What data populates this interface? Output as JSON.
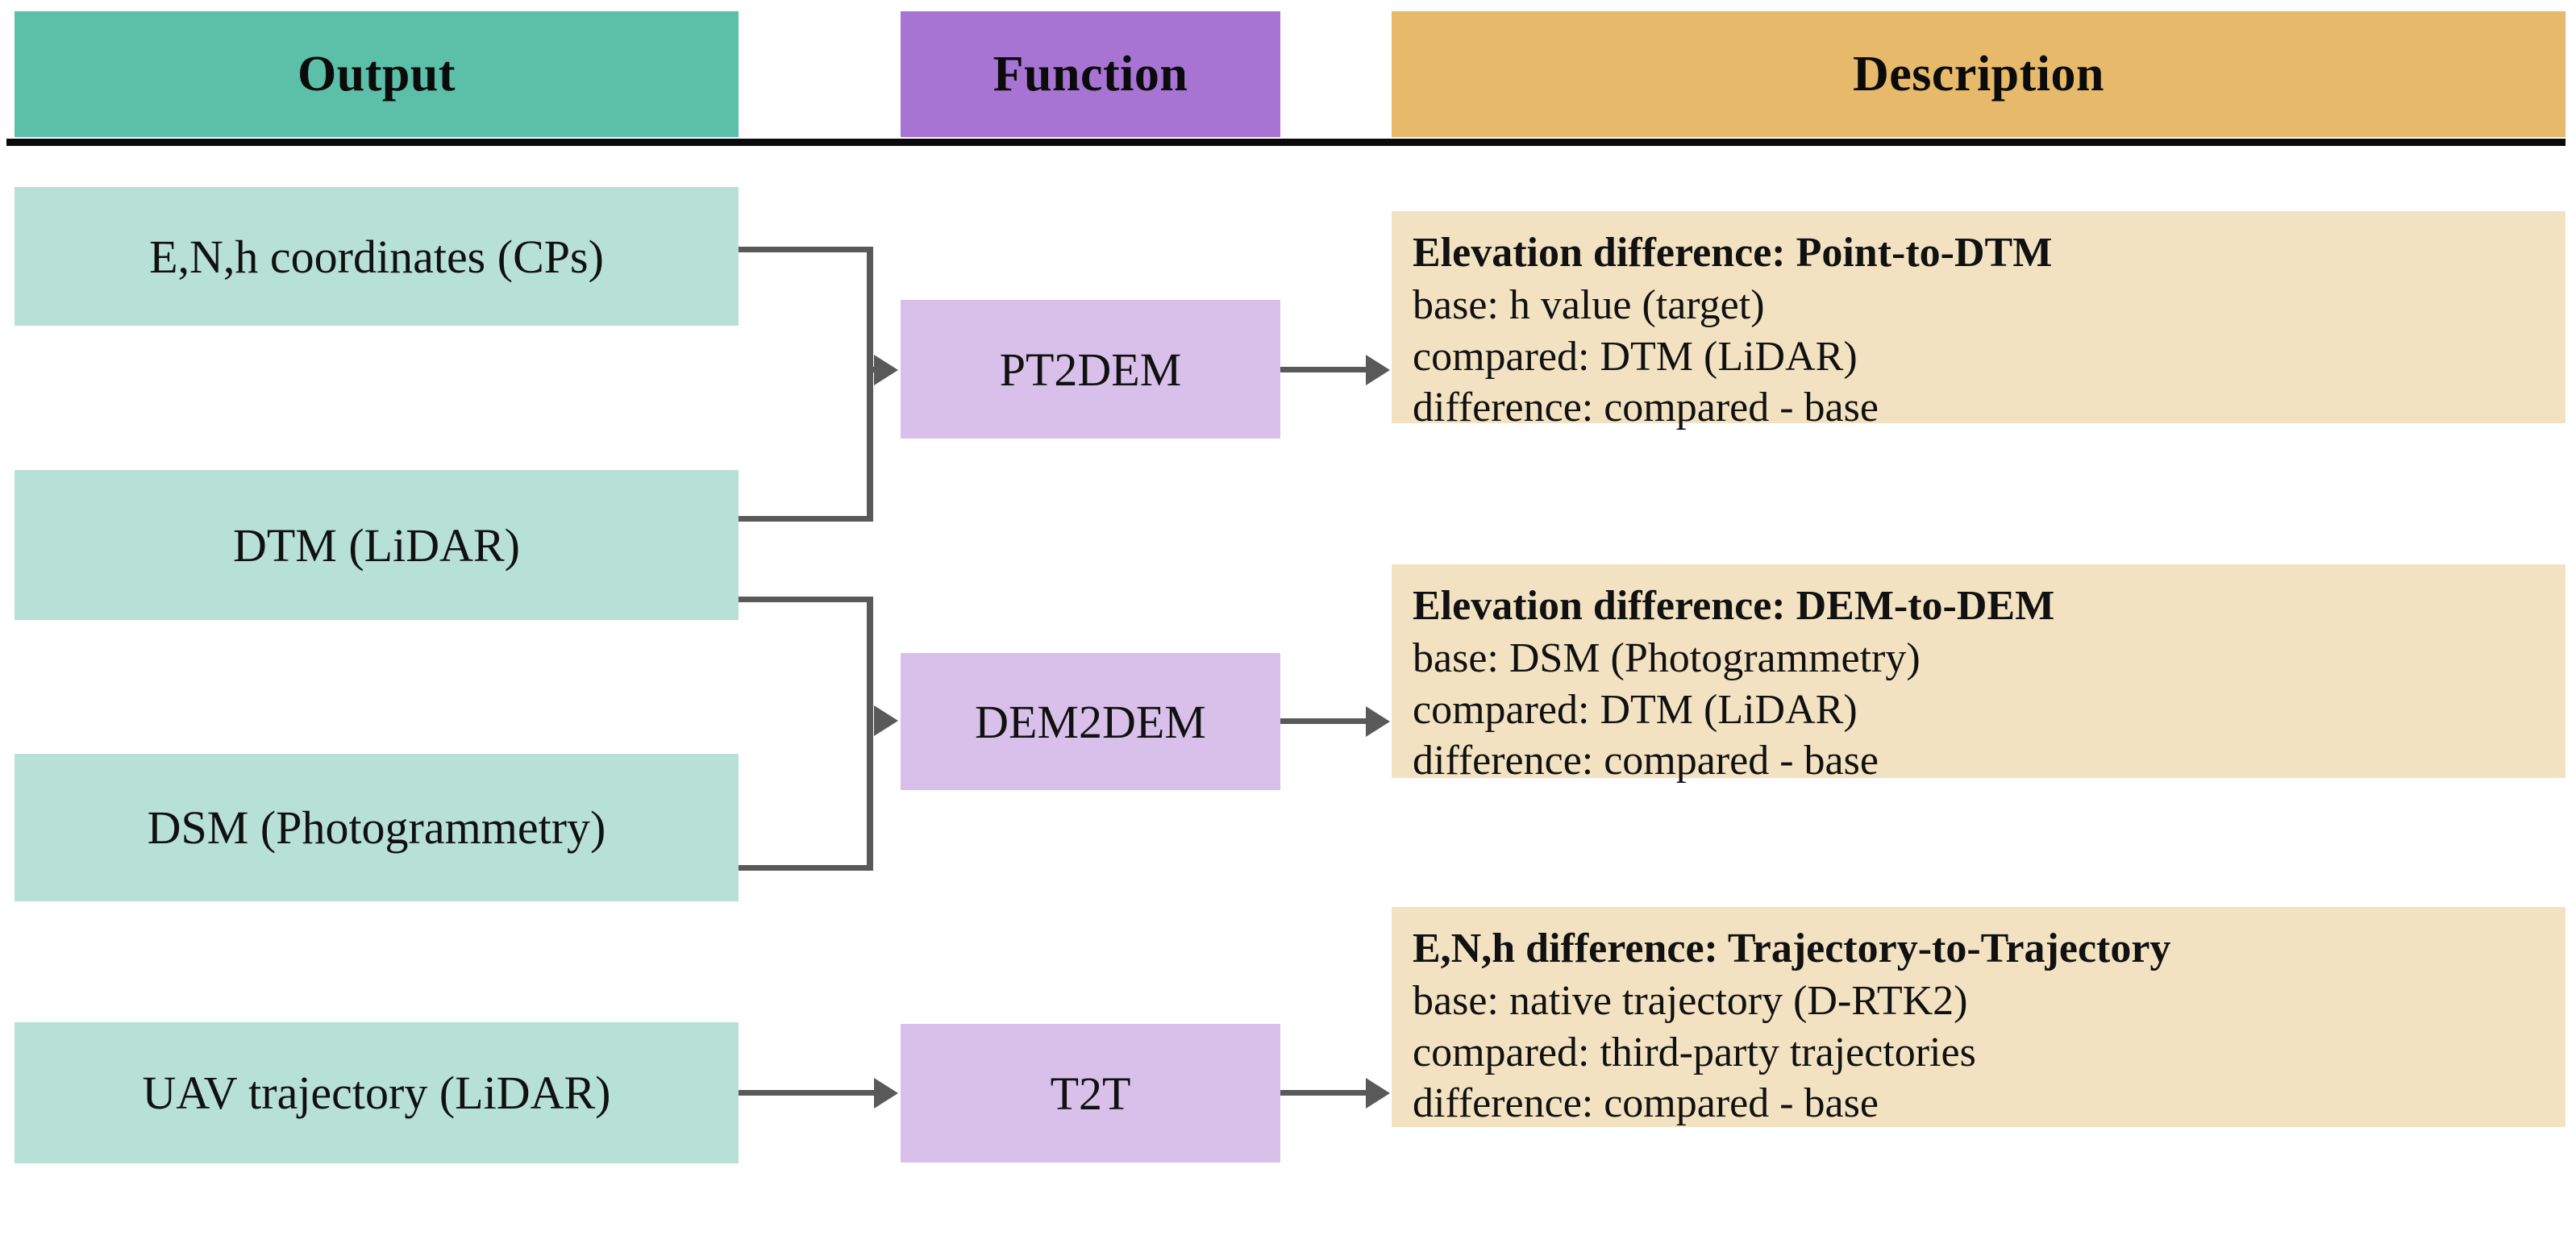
{
  "header": {
    "output_label": "Output",
    "function_label": "Function",
    "description_label": "Description"
  },
  "outputs": [
    {
      "id": "cps",
      "label": "E,N,h coordinates (CPs)"
    },
    {
      "id": "dtm",
      "label": "DTM (LiDAR)"
    },
    {
      "id": "dsm",
      "label": "DSM (Photogrammetry)"
    },
    {
      "id": "traj",
      "label": "UAV trajectory (LiDAR)"
    }
  ],
  "functions": [
    {
      "id": "pt2dem",
      "label": "PT2DEM"
    },
    {
      "id": "dem2dem",
      "label": "DEM2DEM"
    },
    {
      "id": "t2t",
      "label": "T2T"
    }
  ],
  "descriptions": [
    {
      "id": "point-to-dtm",
      "title": "Elevation difference: Point-to-DTM",
      "base": "base: h value (target)",
      "compared": "compared: DTM (LiDAR)",
      "difference": "difference: compared - base"
    },
    {
      "id": "dem-to-dem",
      "title": "Elevation difference: DEM-to-DEM",
      "base": "base: DSM (Photogrammetry)",
      "compared": "compared: DTM (LiDAR)",
      "difference": "difference: compared - base"
    },
    {
      "id": "trajectory-to-trajectory",
      "title": "E,N,h difference: Trajectory-to-Trajectory",
      "base": "base: native trajectory (D-RTK2)",
      "compared": "compared: third-party trajectories",
      "difference": "difference: compared - base"
    }
  ],
  "colors": {
    "header_output": "#5cbfa8",
    "header_function": "#a874d4",
    "header_description": "#e6b96b",
    "output_box": "#b7e0d6",
    "function_box": "#d9c0ea",
    "description_box": "#f3e2c2",
    "connector": "#595959",
    "rule": "#0a0a0a"
  },
  "flows": [
    {
      "from": [
        "cps",
        "dtm"
      ],
      "via": "pt2dem",
      "to": "point-to-dtm"
    },
    {
      "from": [
        "dtm",
        "dsm"
      ],
      "via": "dem2dem",
      "to": "dem-to-dem"
    },
    {
      "from": [
        "traj"
      ],
      "via": "t2t",
      "to": "trajectory-to-trajectory"
    }
  ]
}
